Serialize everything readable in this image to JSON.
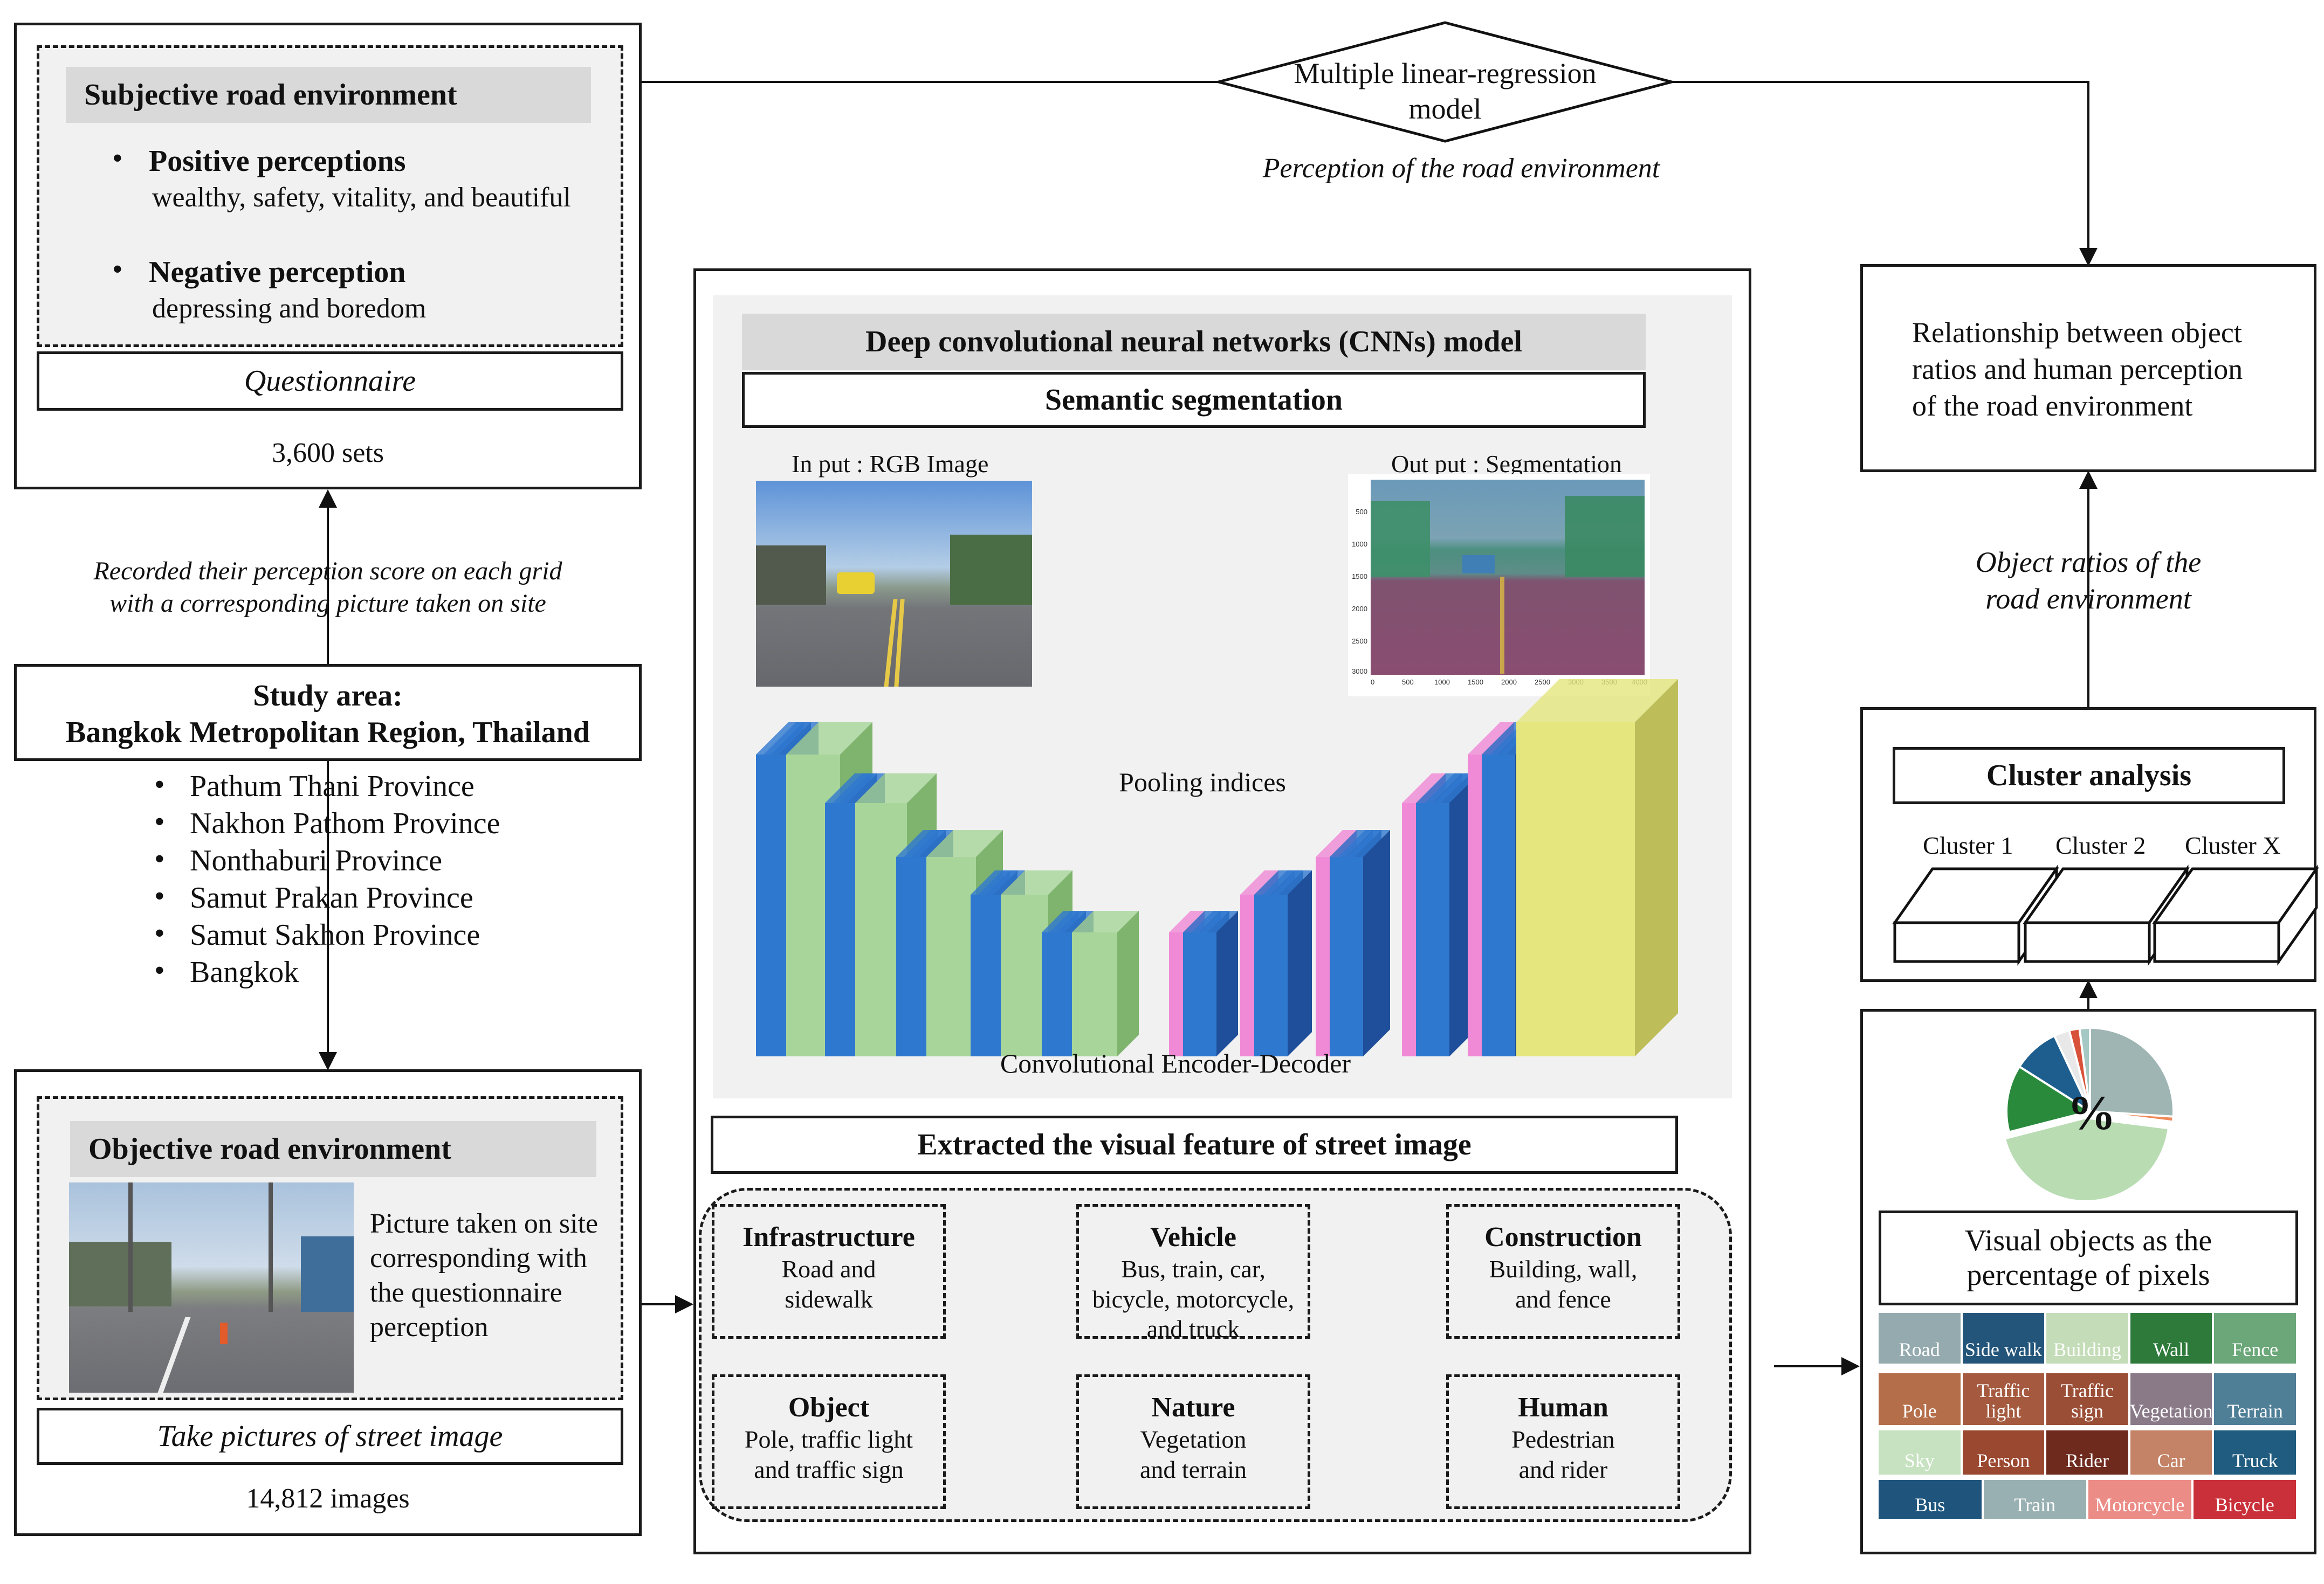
{
  "regression": {
    "title": "Multiple linear-regression model",
    "caption": "Perception of the road environment"
  },
  "subjective": {
    "header": "Subjective road environment",
    "positive_title": "Positive perceptions",
    "positive_items": "wealthy, safety, vitality, and beautiful",
    "negative_title": "Negative perception",
    "negative_items": "depressing and boredom",
    "questionnaire": "Questionnaire",
    "count": "3,600 sets"
  },
  "record_note": {
    "line1": "Recorded their perception score on each grid",
    "line2": "with a corresponding picture taken on site"
  },
  "study": {
    "line1": "Study area:",
    "line2": "Bangkok Metropolitan Region, Thailand",
    "provinces": [
      "Pathum Thani Province",
      "Nakhon Pathom Province",
      "Nonthaburi Province",
      "Samut Prakan Province",
      "Samut Sakhon Province",
      "Bangkok"
    ]
  },
  "objective": {
    "header": "Objective road environment",
    "desc": [
      "Picture taken on site",
      "corresponding with",
      "the questionnaire",
      "perception"
    ],
    "label": "Take pictures of street image",
    "count": "14,812 images"
  },
  "cnn": {
    "header": "Deep convolutional neural networks (CNNs) model",
    "seg": "Semantic segmentation",
    "input_label": "In put : RGB Image",
    "output_label": "Out put : Segmentation",
    "y_ticks": [
      "500",
      "1000",
      "1500",
      "2000",
      "2500",
      "3000"
    ],
    "x_ticks": [
      "0",
      "500",
      "1000",
      "1500",
      "2000",
      "2500",
      "3000",
      "3500",
      "4000"
    ],
    "pooling": "Pooling indices",
    "encdec": "Convolutional Encoder-Decoder",
    "extracted": "Extracted the visual feature of street image"
  },
  "features": [
    {
      "title": "Infrastructure",
      "lines": [
        "Road and",
        "sidewalk"
      ]
    },
    {
      "title": "Vehicle",
      "lines": [
        "Bus, train, car,",
        "bicycle, motorcycle,",
        "and truck"
      ]
    },
    {
      "title": "Construction",
      "lines": [
        "Building, wall,",
        "and fence"
      ]
    },
    {
      "title": "Object",
      "lines": [
        "Pole, traffic light",
        "and traffic sign"
      ]
    },
    {
      "title": "Nature",
      "lines": [
        "Vegetation",
        "and terrain"
      ]
    },
    {
      "title": "Human",
      "lines": [
        "Pedestrian",
        "and rider"
      ]
    }
  ],
  "relationship": [
    "Relationship between object",
    "ratios and human perception",
    "of the road environment"
  ],
  "object_ratios": [
    "Object ratios of the",
    "road environment"
  ],
  "cluster": {
    "title": "Cluster analysis",
    "labels": [
      "Cluster 1",
      "Cluster 2",
      "Cluster X"
    ]
  },
  "pie": {
    "symbol": "%",
    "slices": [
      {
        "color": "#9fb5b4",
        "value": 26
      },
      {
        "color": "#ef8a5a",
        "value": 1
      },
      {
        "color": "#b9dcb3",
        "value": 44
      },
      {
        "color": "#2a8a3c",
        "value": 13
      },
      {
        "color": "#1d5e8f",
        "value": 9
      },
      {
        "color": "#e8e8e8",
        "value": 3
      },
      {
        "color": "#d8523a",
        "value": 2
      },
      {
        "color": "#a5c8c4",
        "value": 2
      }
    ]
  },
  "visual_objects": [
    "Visual objects as the",
    "percentage of pixels"
  ],
  "legend": [
    [
      {
        "l": "Road",
        "c": "#94aaae"
      },
      {
        "l": "Side walk",
        "c": "#23557a"
      },
      {
        "l": "Building",
        "c": "#c4ddb8"
      },
      {
        "l": "Wall",
        "c": "#2d7a3b"
      },
      {
        "l": "Fence",
        "c": "#6ba779"
      }
    ],
    [
      {
        "l": "Pole",
        "c": "#b56e4a"
      },
      {
        "l": "Traffic light",
        "c": "#a55a3f"
      },
      {
        "l": "Traffic sign",
        "c": "#9b4e36"
      },
      {
        "l": "Vegetation",
        "c": "#8a7a88"
      },
      {
        "l": "Terrain",
        "c": "#4f7e97"
      }
    ],
    [
      {
        "l": "Sky",
        "c": "#c6e2c0"
      },
      {
        "l": "Person",
        "c": "#9b4830"
      },
      {
        "l": "Rider",
        "c": "#6e2a1d"
      },
      {
        "l": "Car",
        "c": "#c48366"
      },
      {
        "l": "Truck",
        "c": "#1f5c7f"
      }
    ],
    [
      {
        "l": "Bus",
        "c": "#1f557d"
      },
      {
        "l": "Train",
        "c": "#99b0b2"
      },
      {
        "l": "Motorcycle",
        "c": "#ec8c87"
      },
      {
        "l": "Bicycle",
        "c": "#c9303a"
      }
    ]
  ]
}
